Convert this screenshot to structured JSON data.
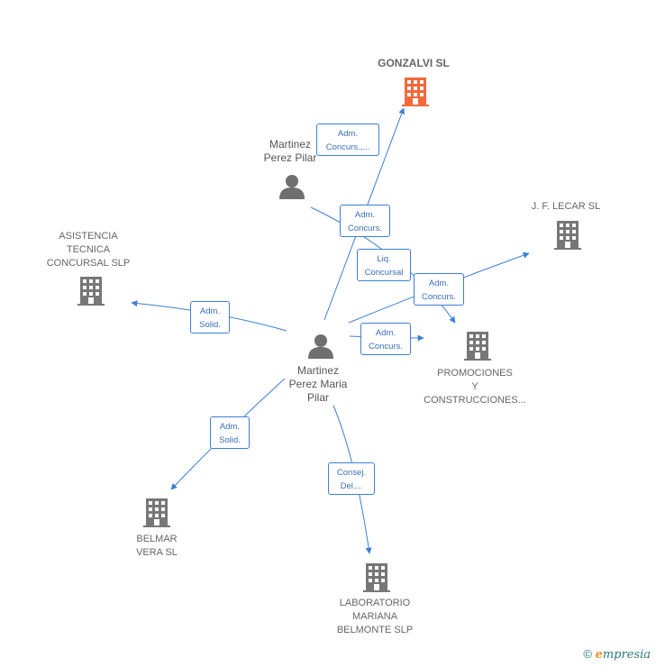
{
  "nodes": {
    "gonzalvi": {
      "name": "GONZALVI SL",
      "color": "#f26a3a"
    },
    "pilar1": {
      "name_lines": [
        "Martinez",
        "Perez Pilar"
      ]
    },
    "lecar": {
      "name": "J. F. LECAR SL"
    },
    "asistencia": {
      "name_lines": [
        "ASISTENCIA",
        "TECNICA",
        "CONCURSAL SLP"
      ]
    },
    "pilar2": {
      "name_lines": [
        "Martinez",
        "Perez Maria",
        "Pilar"
      ]
    },
    "promociones": {
      "name_lines": [
        "PROMOCIONES",
        "Y",
        "CONSTRUCCIONES..."
      ]
    },
    "belmar": {
      "name_lines": [
        "BELMAR",
        "VERA SL"
      ]
    },
    "laboratorio": {
      "name_lines": [
        "LABORATORIO",
        "MARIANA",
        "BELMONTE SLP"
      ]
    }
  },
  "edges": [
    {
      "id": "e1",
      "label_lines": [
        "Adm.",
        "Concurs.,..."
      ]
    },
    {
      "id": "e2",
      "label_lines": [
        "Adm.",
        "Concurs."
      ]
    },
    {
      "id": "e3",
      "label_lines": [
        "Liq.",
        "Concursal"
      ]
    },
    {
      "id": "e4",
      "label_lines": [
        "Adm.",
        "Concurs."
      ]
    },
    {
      "id": "e5",
      "label_lines": [
        "Adm.",
        "Concurs."
      ]
    },
    {
      "id": "e6",
      "label_lines": [
        "Adm.",
        "Solid."
      ]
    },
    {
      "id": "e7",
      "label_lines": [
        "Adm.",
        "Solid."
      ]
    },
    {
      "id": "e8",
      "label_lines": [
        "Consej.",
        "Del...."
      ]
    }
  ],
  "colors": {
    "edge": "#3c7fd6",
    "node_gray": "#777777",
    "main": "#f26a3a"
  },
  "watermark": {
    "copyright": "©",
    "brand_first": "e",
    "brand_rest": "mpresia"
  }
}
